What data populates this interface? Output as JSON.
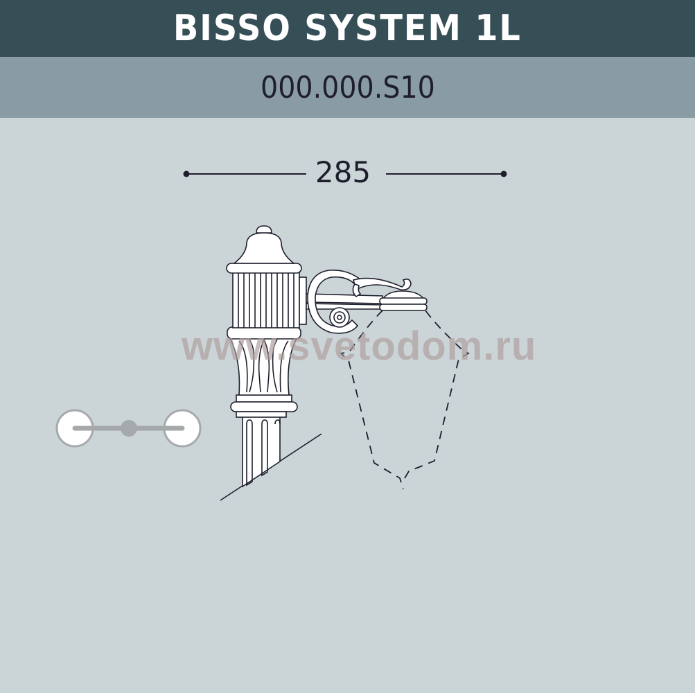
{
  "header": {
    "title": "BISSO SYSTEM 1L",
    "code": "000.000.S10"
  },
  "dimension": {
    "width_label": "285"
  },
  "watermark": "www.svetodom.ru",
  "colors": {
    "title_bg": "#364f57",
    "code_bg": "#8a9ca3",
    "page_bg": "#cbd5d8",
    "line": "#1e1e2c",
    "icon_gray": "#a6a9ab"
  },
  "icons": {
    "mount_config": "two-arm-bracket-icon",
    "lamp_drawing": "wall-lantern-drawing"
  }
}
